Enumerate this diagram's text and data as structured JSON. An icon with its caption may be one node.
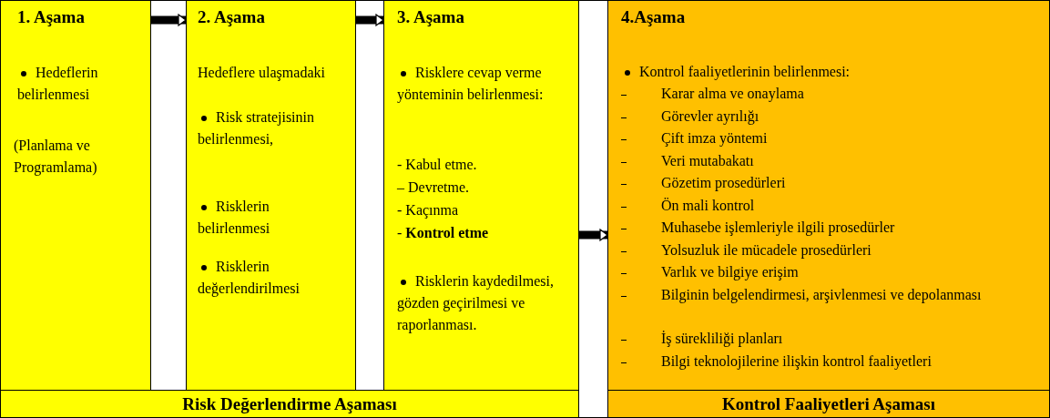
{
  "diagram": {
    "nodes": [
      {
        "text": [
          "1. Aşama",
          "Hedeflerin belirlenmesi",
          "(Planlama ve Programlama)"
        ]
      },
      {
        "text": [
          "2. Aşama",
          "Hedeflere ulaşmadaki",
          "Risk stratejisinin belirlenmesi,",
          "Risklerin belirlenmesi",
          "Risklerin değerlendirilmesi"
        ]
      },
      {
        "text": [
          "3. Aşama",
          "Risklere cevap verme yönteminin belirlenmesi:",
          "- Kabul etme.",
          "– Devretme.",
          "- Kaçınma",
          "- **Kontrol etme**",
          "Risklerin kaydedilmesi, gözden geçirilmesi ve raporlanması."
        ]
      },
      {
        "text": [
          "4.Aşama",
          "Kontrol faaliyetlerinin belirlenmesi:",
          "Karar alma ve onaylama",
          "Görevler ayrılığı",
          "Çift imza yöntemi",
          "Veri mutabakatı",
          "Gözetim prosedürleri",
          "Ön mali kontrol",
          "Muhasebe işlemleriyle ilgili prosedürler",
          "Yolsuzluk ile mücadele prosedürleri",
          "Varlık ve bilgiye erişim",
          "Bilginin belgelendirmesi, arşivlenmesi ve depolanması",
          "İş sürekliliği planları",
          "Bilgi teknolojilerine ilişkin kontrol faaliyetleri"
        ]
      },
      {
        "text": [
          "Risk Değerlendirme Aşaması"
        ]
      },
      {
        "text": [
          "Kontrol Faaliyetleri Aşaması"
        ]
      }
    ],
    "edges": [
      {
        "from": 0,
        "to": 1,
        "arrow": "to"
      },
      {
        "from": 1,
        "to": 2,
        "arrow": "to"
      },
      {
        "from": 2,
        "to": 3,
        "arrow": "to"
      }
    ]
  }
}
